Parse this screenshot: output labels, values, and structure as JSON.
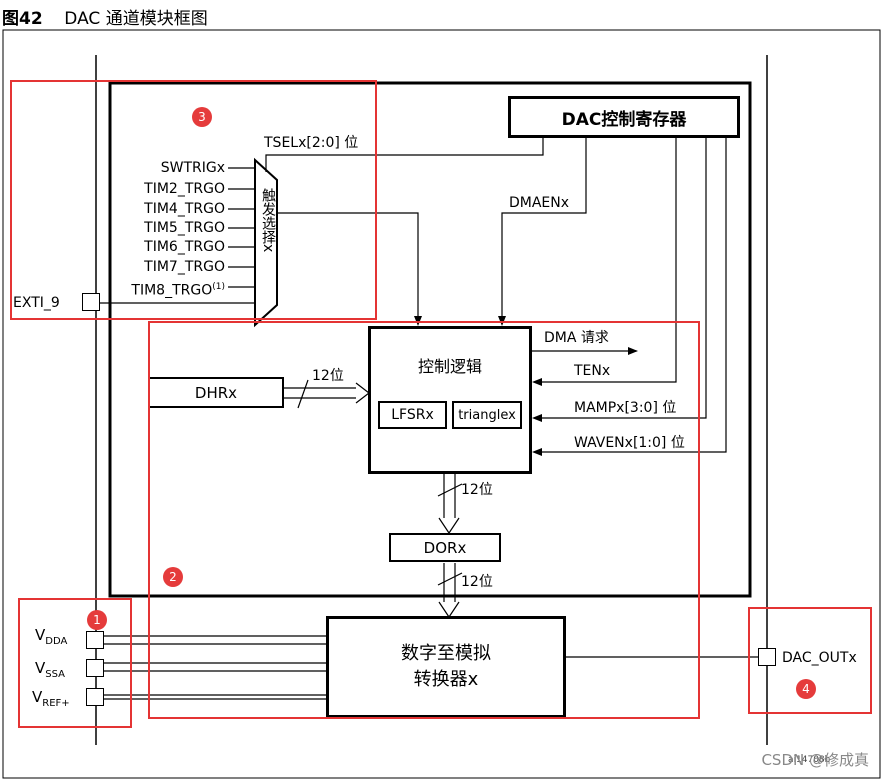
{
  "figure": {
    "number": "图42",
    "title": "DAC 通道模块框图"
  },
  "blocks": {
    "dac_control_register": "DAC控制寄存器",
    "trigger_selector": "触发选择x",
    "control_logic": "控制逻辑",
    "lfsr": "LFSRx",
    "triangle": "trianglex",
    "dhr": "DHRx",
    "dor": "DORx",
    "converter_line1": "数字至模拟",
    "converter_line2": "转换器x"
  },
  "signals": {
    "tsel": "TSELx[2:0] 位",
    "dmaen": "DMAENx",
    "dma_request": "DMA 请求",
    "ten": "TENx",
    "mamp": "MAMPx[3:0] 位",
    "waven": "WAVENx[1:0] 位",
    "bits_dhr": "12位",
    "bits_logic_dor": "12位",
    "bits_dor_conv": "12位"
  },
  "trigger_inputs": [
    "SWTRIGx",
    "TIM2_TRGO",
    "TIM4_TRGO",
    "TIM5_TRGO",
    "TIM6_TRGO",
    "TIM7_TRGO",
    "TIM8_TRGO"
  ],
  "tim8_footnote": "(1)",
  "exti": "EXTI_9",
  "power_pins": [
    {
      "main": "V",
      "sub": "DDA"
    },
    {
      "main": "V",
      "sub": "SSA"
    },
    {
      "main": "V",
      "sub": "REF+"
    }
  ],
  "output_pin": "DAC_OUTx",
  "badges": [
    "1",
    "2",
    "3",
    "4"
  ],
  "footer": {
    "code": "ai14708b",
    "watermark": "CSDN @修成真"
  },
  "colors": {
    "highlight_red": "#e43434",
    "badge_red": "#e53b3b"
  }
}
